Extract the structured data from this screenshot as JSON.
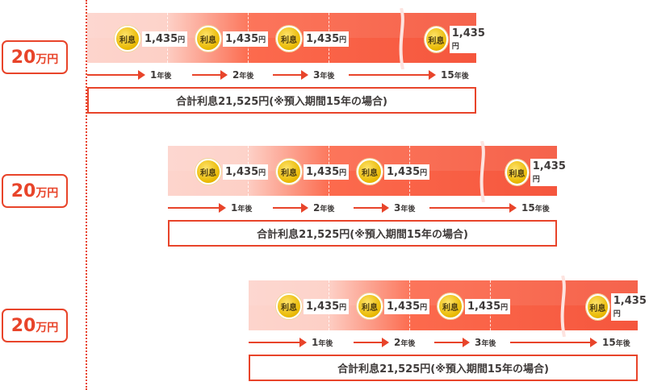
{
  "rows": [
    {
      "principal": "20",
      "principal_unit": "万円",
      "interest_label": "利息",
      "interest_amount": "1,435",
      "yen": "円",
      "years": [
        {
          "num": "1",
          "unit": "年後"
        },
        {
          "num": "2",
          "unit": "年後"
        },
        {
          "num": "3",
          "unit": "年後"
        },
        {
          "num": "15",
          "unit": "年後"
        }
      ],
      "total": "合計利息21,525円(※預入期間15年の場合)"
    },
    {
      "principal": "20",
      "principal_unit": "万円",
      "interest_label": "利息",
      "interest_amount": "1,435",
      "yen": "円",
      "years": [
        {
          "num": "1",
          "unit": "年後"
        },
        {
          "num": "2",
          "unit": "年後"
        },
        {
          "num": "3",
          "unit": "年後"
        },
        {
          "num": "15",
          "unit": "年後"
        }
      ],
      "total": "合計利息21,525円(※預入期間15年の場合)"
    },
    {
      "principal": "20",
      "principal_unit": "万円",
      "interest_label": "利息",
      "interest_amount": "1,435",
      "yen": "円",
      "years": [
        {
          "num": "1",
          "unit": "年後"
        },
        {
          "num": "2",
          "unit": "年後"
        },
        {
          "num": "3",
          "unit": "年後"
        },
        {
          "num": "15",
          "unit": "年後"
        }
      ],
      "total": "合計利息21,525円(※預入期間15年の場合)"
    }
  ],
  "colors": {
    "accent": "#e8442a",
    "bar": "#f5563d",
    "coin": "#e8b800"
  }
}
